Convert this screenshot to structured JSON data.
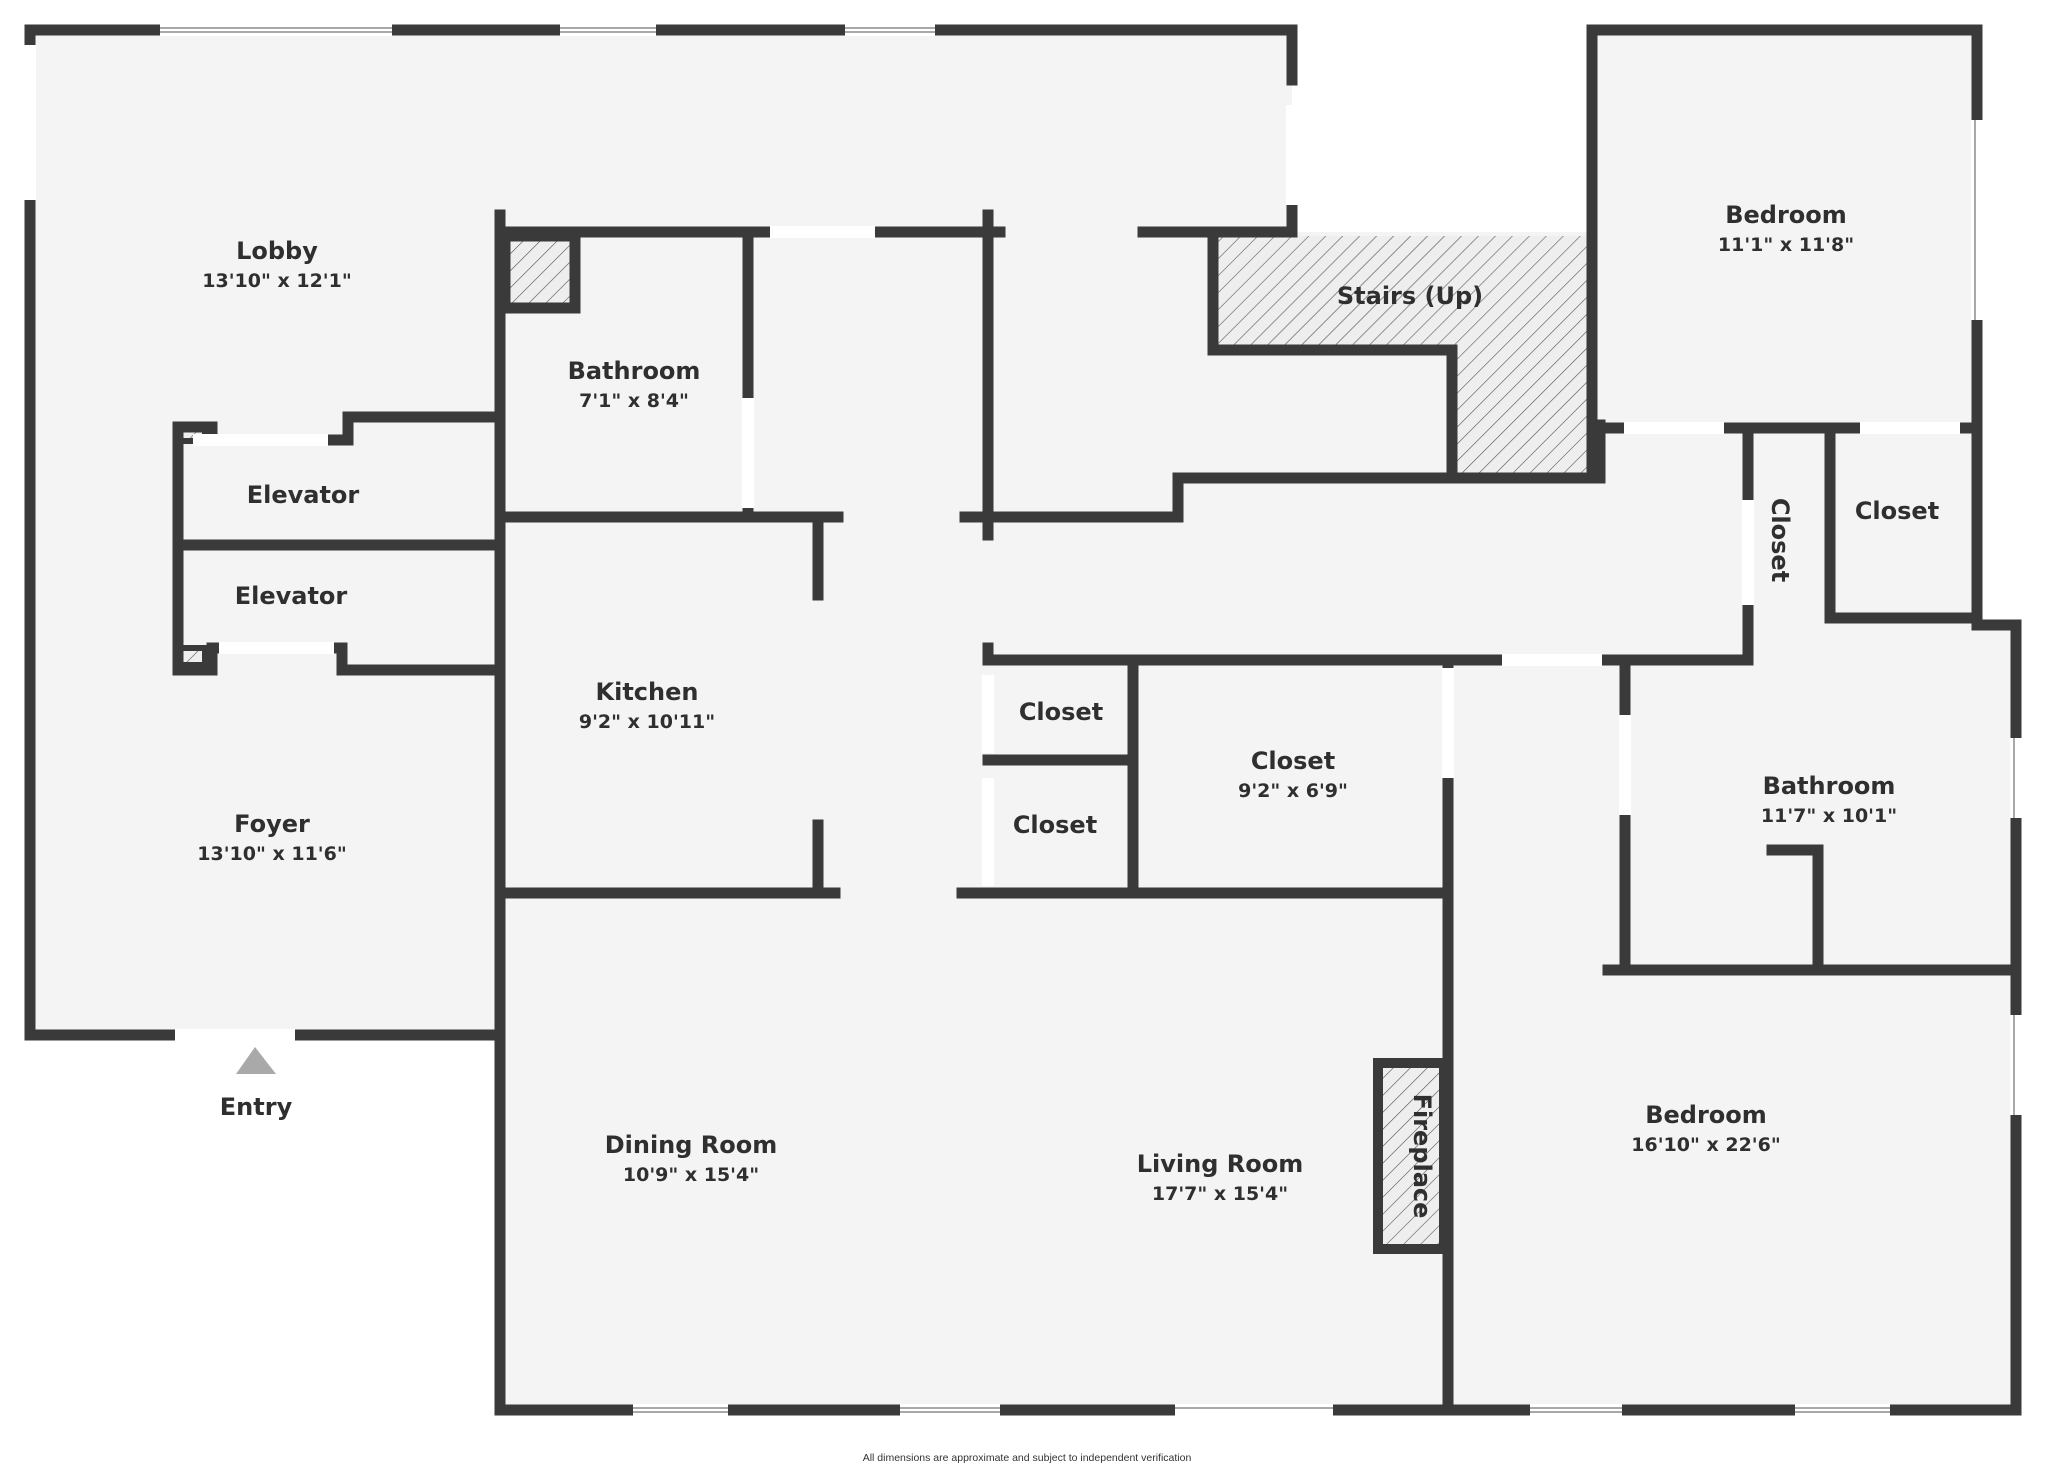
{
  "colors": {
    "wall": "#3a3a3a",
    "floor": "#f4f4f4",
    "text": "#2f2f2f",
    "hatch": "#555555",
    "entry_marker": "#a9a9a9"
  },
  "rooms": {
    "lobby": {
      "name": "Lobby",
      "dim": "13'10\" x 12'1\""
    },
    "bathroom_1": {
      "name": "Bathroom",
      "dim": "7'1\" x 8'4\""
    },
    "elevator_1": {
      "name": "Elevator"
    },
    "elevator_2": {
      "name": "Elevator"
    },
    "kitchen": {
      "name": "Kitchen",
      "dim": "9'2\" x 10'11\""
    },
    "foyer": {
      "name": "Foyer",
      "dim": "13'10\" x 11'6\""
    },
    "stairs": {
      "name": "Stairs (Up)"
    },
    "bedroom_1": {
      "name": "Bedroom",
      "dim": "11'1\" x 11'8\""
    },
    "closet_vertical": {
      "name": "Closet"
    },
    "closet_right": {
      "name": "Closet"
    },
    "closet_small_1": {
      "name": "Closet"
    },
    "closet_small_2": {
      "name": "Closet"
    },
    "closet_mid": {
      "name": "Closet",
      "dim": "9'2\" x 6'9\""
    },
    "bathroom_2": {
      "name": "Bathroom",
      "dim": "11'7\" x 10'1\""
    },
    "dining_room": {
      "name": "Dining Room",
      "dim": "10'9\" x 15'4\""
    },
    "living_room": {
      "name": "Living Room",
      "dim": "17'7\" x 15'4\""
    },
    "fireplace": {
      "name": "Fireplace"
    },
    "bedroom_2": {
      "name": "Bedroom",
      "dim": "16'10\" x 22'6\""
    }
  },
  "entry": {
    "label": "Entry",
    "icon": "triangle-up-icon"
  },
  "footer": {
    "disclaimer": "All dimensions are approximate and subject to independent verification"
  }
}
